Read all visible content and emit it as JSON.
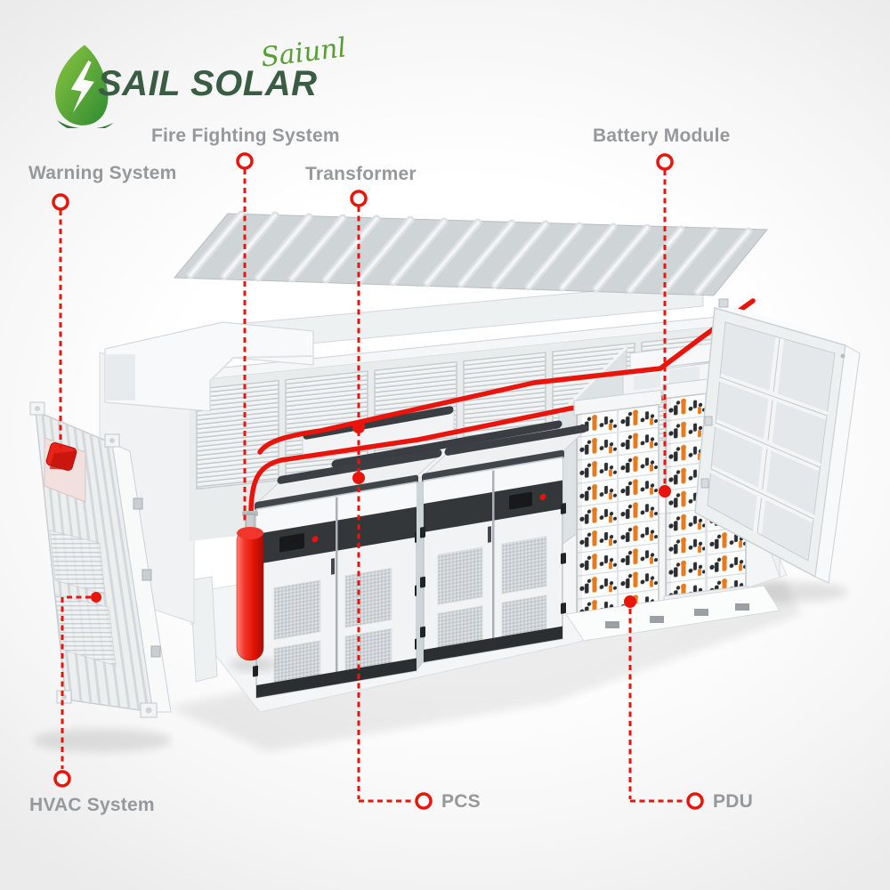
{
  "logo": {
    "brand": "SAIL SOLAR",
    "script": "Saiunl",
    "icon": "leaf-lightning-icon"
  },
  "callouts": {
    "warning_system": "Warning System",
    "fire_fighting_system": "Fire Fighting System",
    "transformer": "Transformer",
    "battery_module": "Battery Module",
    "hvac_system": "HVAC System",
    "pcs": "PCS",
    "pdu": "PDU"
  },
  "colors": {
    "callout_red": "#e8140c",
    "label_gray": "#97989a",
    "logo_green_dark": "#3a5c43",
    "logo_green_light": "#55a032",
    "pipe_red": "#e8140c",
    "battery_connector_orange": "#e87a1e",
    "cabinet_dark_trim": "#33373a"
  }
}
